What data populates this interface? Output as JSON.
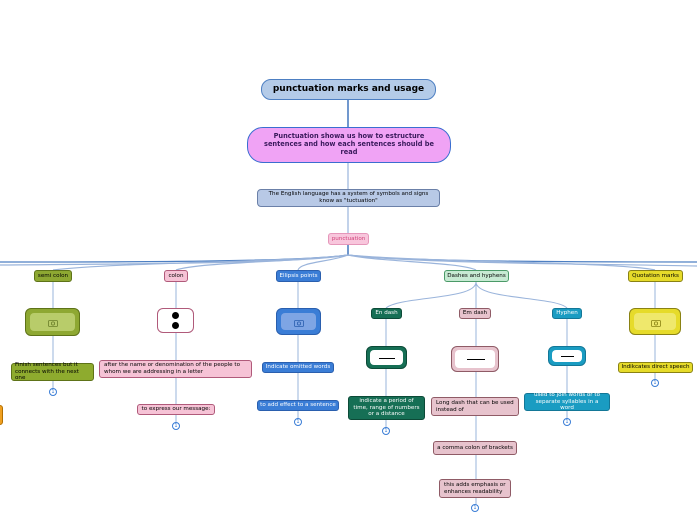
{
  "root": {
    "label": "punctuation marks and usage"
  },
  "subtitle": {
    "label": "Punctuation showa us how to estructure sentences and how each sentences should be read"
  },
  "description": {
    "label": "The English language has a system of symbols and signs know as \"tuctuation\""
  },
  "hub": {
    "label": "punctuation"
  },
  "branches": {
    "semicolon": {
      "label": "semi colon",
      "detail": "Finish sentences but it connects with the next one",
      "count": "1"
    },
    "colon": {
      "label": "colon",
      "detail1": "after the name or denomination of the people to whom we are addressing in a letter",
      "detail2": "to express our message:",
      "count": "1"
    },
    "ellipsis": {
      "label": "Ellipsis points",
      "detail1": "Indicate omitted words",
      "detail2": "to add effect to a sentence",
      "count": "1"
    },
    "dashes": {
      "label": "Dashes and hyphens",
      "en_dash": {
        "label": "En dash",
        "detail": "indicate a period of time, range of numbers or a distance",
        "count": "1"
      },
      "em_dash": {
        "label": "Em dash",
        "detail1": "Long dash that can be used instead of",
        "detail2": "a comma colon of brackets",
        "detail3": "this adds emphasis or enhances readability",
        "count": "1"
      },
      "hyphen": {
        "label": "Hyphen",
        "detail": "used to join words or to separate syllables in a word",
        "count": "1"
      }
    },
    "quotation": {
      "label": "Quotation marks",
      "detail": "Indikcates direct speech",
      "count": "1"
    }
  },
  "colors": {
    "link": "#4d7fc2",
    "olive": "#8ea832",
    "rose": "#f6c3d6",
    "blue": "#3a7dd6",
    "mint": "#c7ead3",
    "yellow": "#e6db2a",
    "teal": "#166f55",
    "mauve": "#e7c3cd",
    "cyan": "#1a9cc2"
  },
  "icons": {
    "image_placeholder": "camera-icon"
  }
}
